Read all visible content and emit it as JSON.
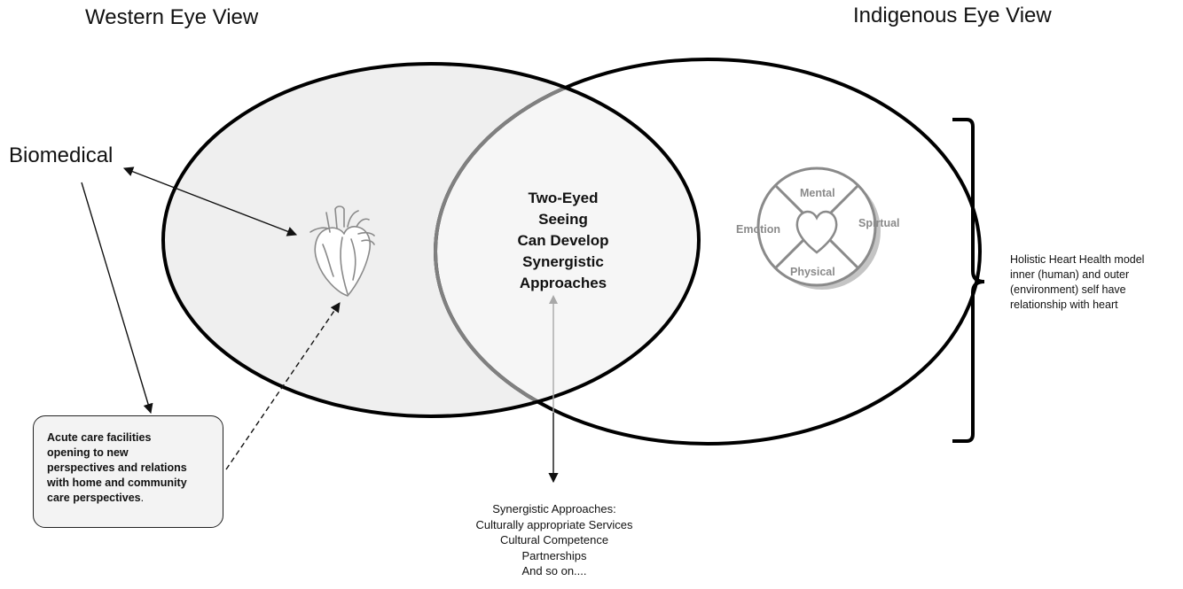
{
  "titles": {
    "western": "Western Eye View",
    "indigenous": "Indigenous Eye View"
  },
  "biomedical": "Biomedical",
  "center": {
    "lines": [
      "Two-Eyed",
      "Seeing",
      "Can Develop",
      "Synergistic",
      "Approaches"
    ]
  },
  "wheel": {
    "mental": "Mental",
    "emotion": "Emotion",
    "spiritual": "Spirtual",
    "physical": "Physical"
  },
  "acute_box": {
    "lines": [
      "Acute care facilities",
      "opening to new",
      "perspectives and relations",
      "with home and community",
      "care perspectives"
    ],
    "trailing": "."
  },
  "synergy": {
    "lines": [
      "Synergistic Approaches:",
      "Culturally appropriate Services",
      "Cultural Competence",
      "Partnerships",
      "And so on...."
    ]
  },
  "holistic": {
    "lines": [
      "Holistic Heart Health model",
      "inner (human) and outer",
      "(environment) self have",
      "relationship with heart"
    ]
  },
  "colors": {
    "left_fill": "#efefef",
    "overlap_fill": "#f6f6f6",
    "outline": "#000000",
    "wheel_gray": "#8a8a8a"
  }
}
